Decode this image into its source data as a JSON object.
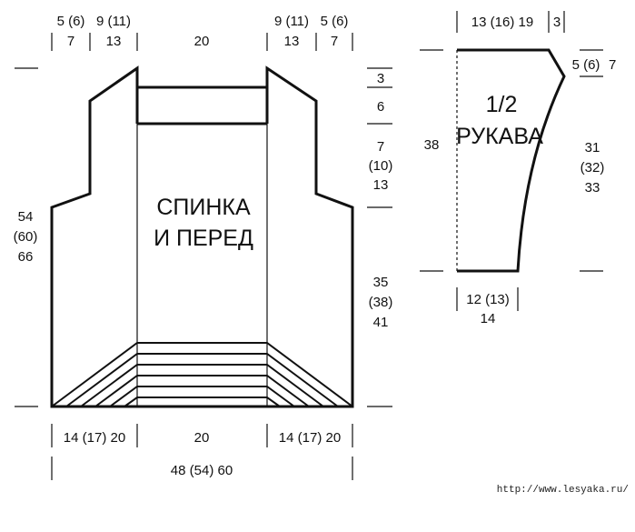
{
  "body": {
    "title_line1": "СПИНКА",
    "title_line2": "И ПЕРЕД",
    "top": {
      "shoulder_left_line1": "5 (6)",
      "shoulder_left_line2": "7",
      "neck_left_line1": "9 (11)",
      "neck_left_line2": "13",
      "center": "20",
      "neck_right_line1": "9 (11)",
      "neck_right_line2": "13",
      "shoulder_right_line1": "5 (6)",
      "shoulder_right_line2": "7"
    },
    "right": {
      "neck_depth": "3",
      "neck_band": "6",
      "armhole_line1": "7",
      "armhole_line2": "(10)",
      "armhole_line3": "13",
      "side_line1": "35",
      "side_line2": "(38)",
      "side_line3": "41"
    },
    "left": {
      "height_line1": "54",
      "height_line2": "(60)",
      "height_line3": "66"
    },
    "bottom": {
      "left": "14 (17) 20",
      "center": "20",
      "right": "14 (17) 20",
      "total": "48 (54) 60"
    }
  },
  "sleeve": {
    "title_line1": "1/2",
    "title_line2": "РУКАВА",
    "top_width": "13 (16) 19",
    "top_extra": "3",
    "cap_depth_part1": "5 (6)",
    "cap_depth_part2": "7",
    "length_left": "38",
    "length_right_line1": "31",
    "length_right_line2": "(32)",
    "length_right_line3": "33",
    "cuff_line1": "12 (13)",
    "cuff_line2": "14"
  },
  "watermark": "http://www.lesyaka.ru/"
}
